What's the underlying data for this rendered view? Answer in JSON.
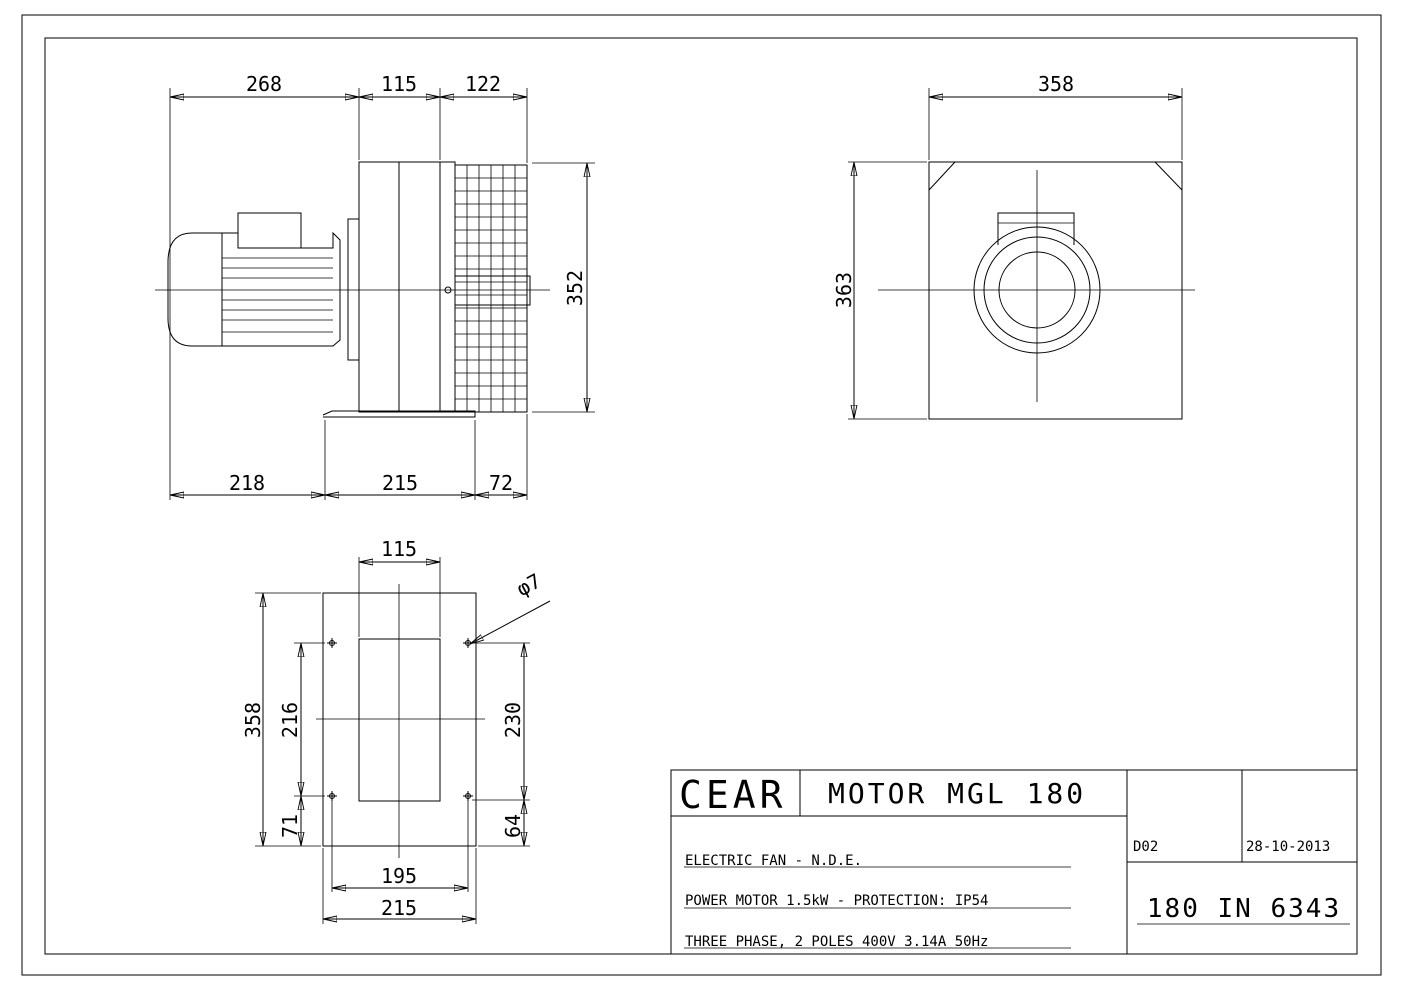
{
  "dimensions": {
    "side_top": [
      "268",
      "115",
      "122"
    ],
    "side_height": "352",
    "side_bottom": [
      "218",
      "215",
      "72"
    ],
    "front_width": "358",
    "front_height": "363",
    "base_top": "115",
    "base_hole": "φ7",
    "base_left_outer": "358",
    "base_left_inner": "216",
    "base_left_bottom": "71",
    "base_right_inner": "230",
    "base_right_bottom": "64",
    "base_bottom_inner": "195",
    "base_bottom_outer": "215"
  },
  "title_block": {
    "logo": "CEAR",
    "title": "MOTOR MGL 180",
    "line1": "ELECTRIC FAN - N.D.E.",
    "line2": "POWER MOTOR 1.5kW - PROTECTION: IP54",
    "line3": "THREE PHASE, 2 POLES 400V 3.14A 50Hz",
    "revision": "D02",
    "date": "28-10-2013",
    "drawing_number": "180 IN 6343"
  }
}
